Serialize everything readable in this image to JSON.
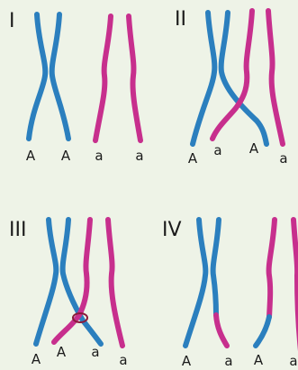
{
  "colors": {
    "background": "#eef3e7",
    "maternal": "#2b7fbe",
    "paternal": "#c72f8d",
    "crossover_marker": "#8a1a3a",
    "text": "#1a1a1a"
  },
  "panels": [
    {
      "label": "I",
      "alleles": [
        "A",
        "A",
        "a",
        "a"
      ]
    },
    {
      "label": "II",
      "alleles": [
        "A",
        "a",
        "A",
        "a"
      ]
    },
    {
      "label": "III",
      "alleles": [
        "A",
        "A",
        "a",
        "a"
      ]
    },
    {
      "label": "IV",
      "alleles": [
        "A",
        "a",
        "A",
        "a"
      ]
    }
  ]
}
